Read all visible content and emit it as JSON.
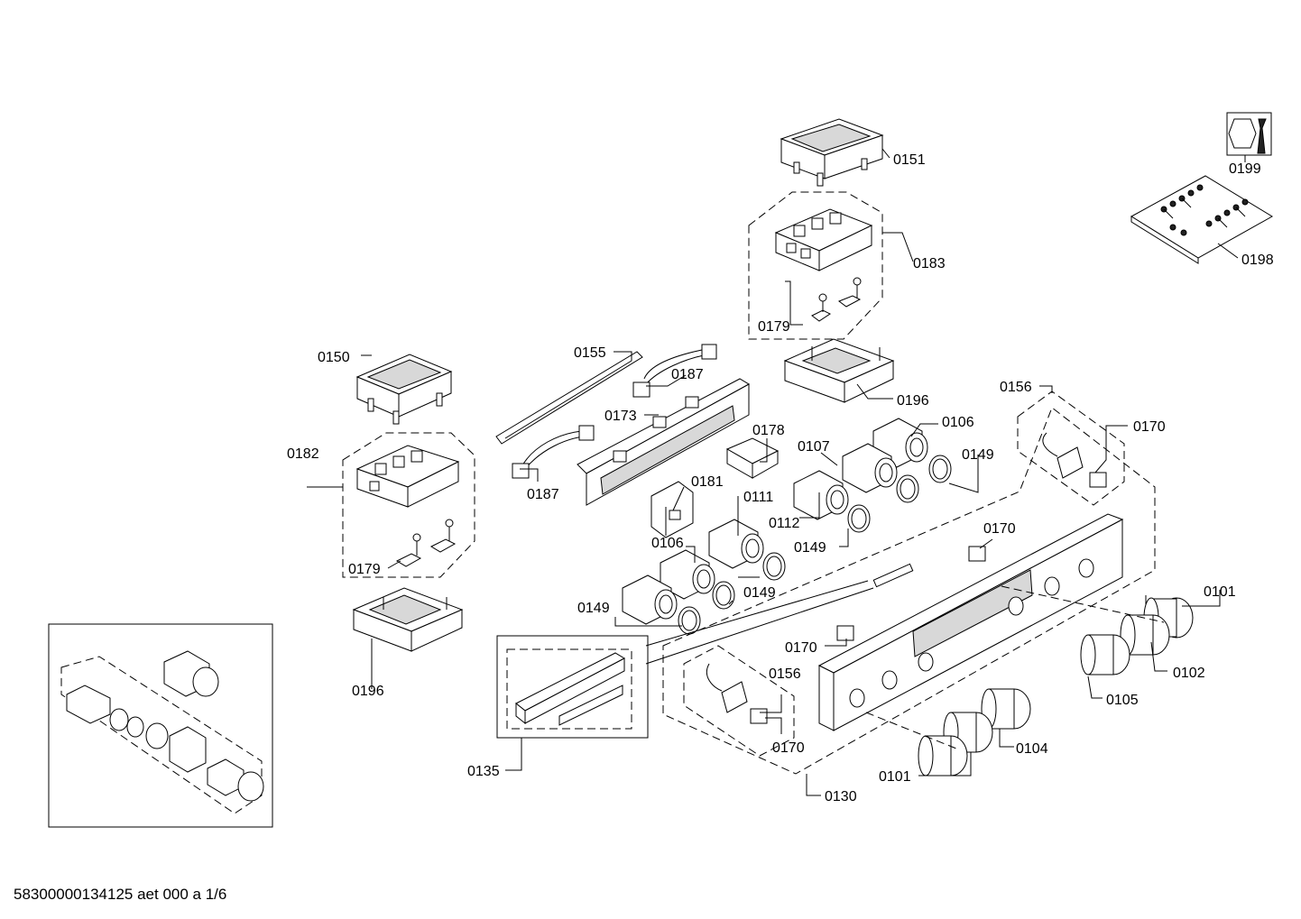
{
  "callouts": [
    {
      "id": "c0151",
      "label": "0151"
    },
    {
      "id": "c0199",
      "label": "0199"
    },
    {
      "id": "c0198",
      "label": "0198"
    },
    {
      "id": "c0183",
      "label": "0183"
    },
    {
      "id": "c0179a",
      "label": "0179"
    },
    {
      "id": "c0150",
      "label": "0150"
    },
    {
      "id": "c0155",
      "label": "0155"
    },
    {
      "id": "c0187a",
      "label": "0187"
    },
    {
      "id": "c0196a",
      "label": "0196"
    },
    {
      "id": "c0156a",
      "label": "0156"
    },
    {
      "id": "c0173",
      "label": "0173"
    },
    {
      "id": "c0178",
      "label": "0178"
    },
    {
      "id": "c0106a",
      "label": "0106"
    },
    {
      "id": "c0170a",
      "label": "0170"
    },
    {
      "id": "c0182",
      "label": "0182"
    },
    {
      "id": "c0107",
      "label": "0107"
    },
    {
      "id": "c0149a",
      "label": "0149"
    },
    {
      "id": "c0187b",
      "label": "0187"
    },
    {
      "id": "c0181",
      "label": "0181"
    },
    {
      "id": "c0111",
      "label": "0111"
    },
    {
      "id": "c0112",
      "label": "0112"
    },
    {
      "id": "c0170b",
      "label": "0170"
    },
    {
      "id": "c0106b",
      "label": "0106"
    },
    {
      "id": "c0149b",
      "label": "0149"
    },
    {
      "id": "c0179b",
      "label": "0179"
    },
    {
      "id": "c0149c",
      "label": "0149"
    },
    {
      "id": "c0101a",
      "label": "0101"
    },
    {
      "id": "c0149d",
      "label": "0149"
    },
    {
      "id": "c0170c",
      "label": "0170"
    },
    {
      "id": "c0102",
      "label": "0102"
    },
    {
      "id": "c0156b",
      "label": "0156"
    },
    {
      "id": "c0196b",
      "label": "0196"
    },
    {
      "id": "c0105",
      "label": "0105"
    },
    {
      "id": "c0170d",
      "label": "0170"
    },
    {
      "id": "c0104",
      "label": "0104"
    },
    {
      "id": "c0135",
      "label": "0135"
    },
    {
      "id": "c0101b",
      "label": "0101"
    },
    {
      "id": "c0130",
      "label": "0130"
    }
  ],
  "document_id": "58300000134125 aet 000 a 1/6"
}
